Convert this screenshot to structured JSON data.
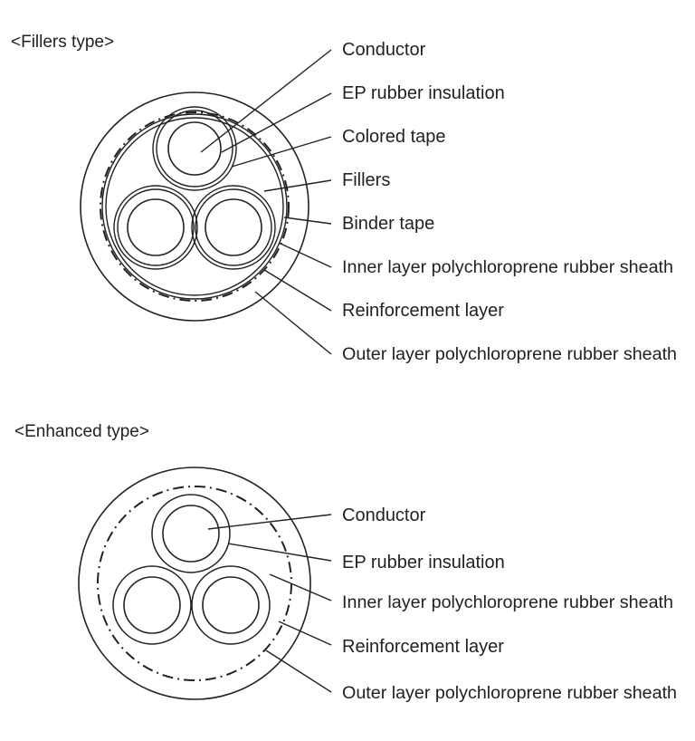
{
  "fillers": {
    "title": "<Fillers type>",
    "labels": [
      "Conductor",
      "EP rubber insulation",
      "Colored tape",
      "Fillers",
      "Binder tape",
      "Inner layer polychloroprene rubber sheath",
      "Reinforcement layer",
      "Outer layer polychloroprene rubber sheath"
    ]
  },
  "enhanced": {
    "title": "<Enhanced type>",
    "labels": [
      "Conductor",
      "EP rubber insulation",
      "Inner layer polychloroprene rubber sheath",
      "Reinforcement layer",
      "Outer layer polychloroprene rubber sheath"
    ]
  }
}
